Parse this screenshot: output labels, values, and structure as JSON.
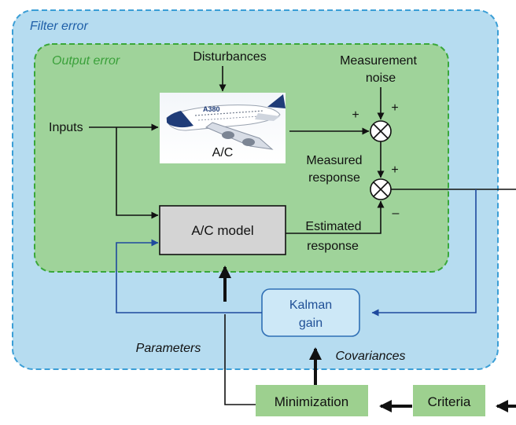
{
  "colors": {
    "filter_region": "#b6dcf0",
    "filter_border": "#3a9ed6",
    "filter_label": "#1f5fa8",
    "output_region": "#9fd39a",
    "output_border": "#3aa83a",
    "output_label": "#3aa03a",
    "model_fill": "#d4d4d4",
    "kalman_fill": "#cde8f7",
    "kalman_border": "#2f6fb5",
    "kalman_text": "#1f4f96",
    "green_box": "#9dd08f",
    "line": "#111111",
    "blue_line": "#1f4a9e"
  },
  "regions": {
    "filter_error_label": "Filter error",
    "output_error_label": "Output error"
  },
  "signals": {
    "disturbances": "Disturbances",
    "measurement_noise_1": "Measurement",
    "measurement_noise_2": "noise",
    "inputs": "Inputs",
    "measured_response_1": "Measured",
    "measured_response_2": "response",
    "estimated_response_1": "Estimated",
    "estimated_response_2": "response",
    "parameters": "Parameters",
    "covariances": "Covariances"
  },
  "blocks": {
    "aircraft_caption": "A/C",
    "aircraft_icon": "airplane-icon",
    "model": "A/C model",
    "kalman_1": "Kalman",
    "kalman_2": "gain",
    "minimization": "Minimization",
    "criteria": "Criteria"
  },
  "junctions": {
    "sum1_in_left": "+",
    "sum1_in_top": "+",
    "sum2_in_top": "+",
    "sum2_in_bottom": "–"
  }
}
